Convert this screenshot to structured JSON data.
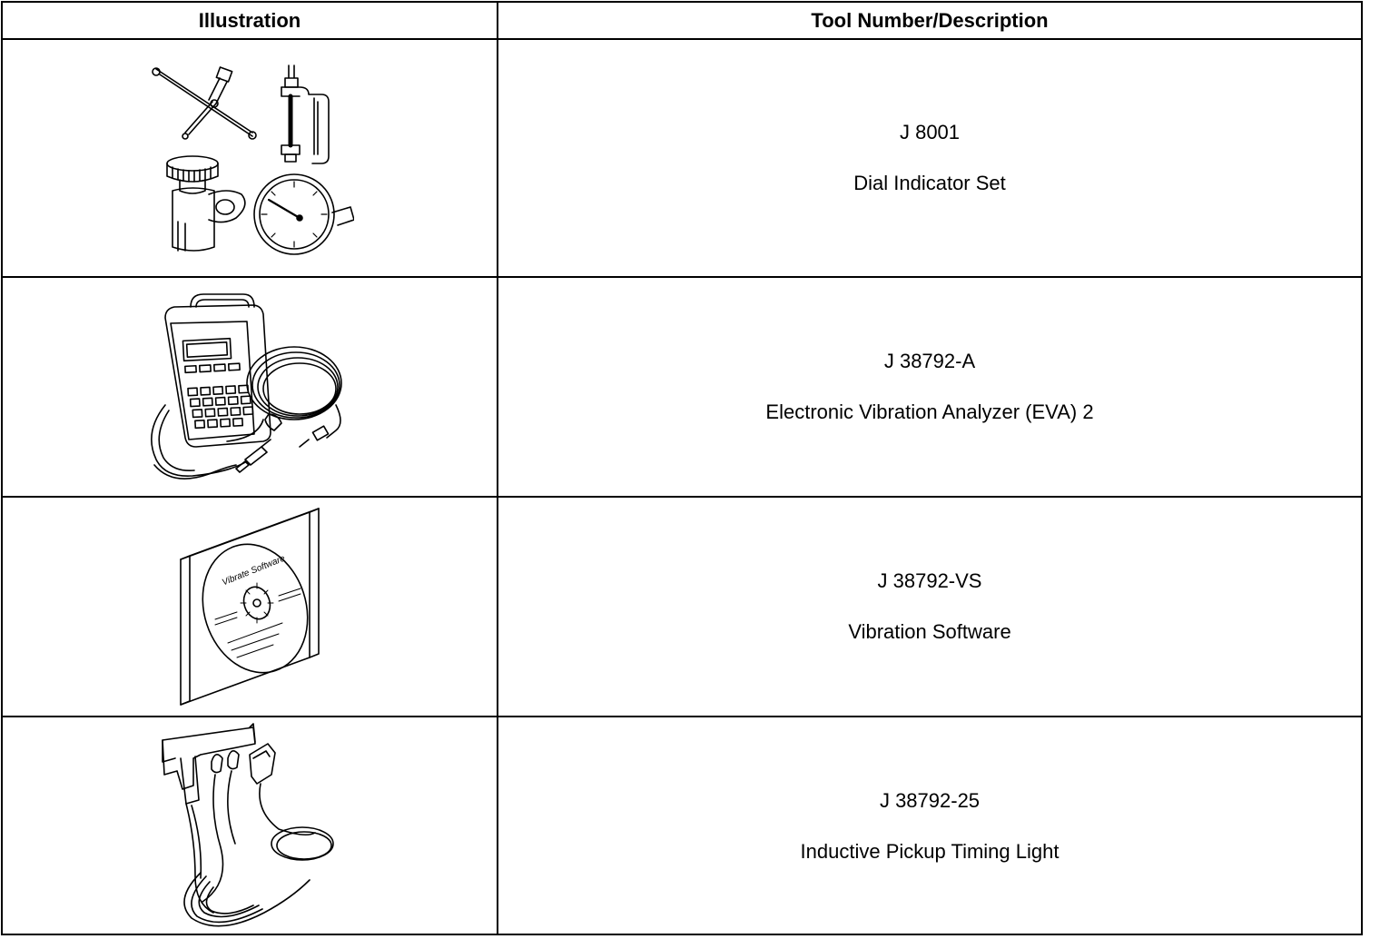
{
  "table": {
    "headers": {
      "illustration": "Illustration",
      "tool": "Tool Number/Description"
    },
    "rows": [
      {
        "number": "J 8001",
        "description": "Dial Indicator Set",
        "icon": "dial-indicator-set-icon"
      },
      {
        "number": "J 38792-A",
        "description": "Electronic Vibration Analyzer (EVA) 2",
        "icon": "vibration-analyzer-icon"
      },
      {
        "number": "J 38792-VS",
        "description": "Vibration Software",
        "icon": "software-cd-case-icon",
        "cd_label": "Vibrate Software"
      },
      {
        "number": "J 38792-25",
        "description": "Inductive Pickup Timing Light",
        "icon": "timing-light-icon"
      }
    ]
  }
}
